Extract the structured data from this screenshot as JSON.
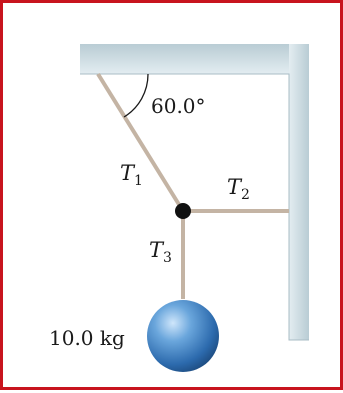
{
  "diagram": {
    "angle_label": "60.0°",
    "tensions": [
      {
        "symbol": "T",
        "subscript": "1"
      },
      {
        "symbol": "T",
        "subscript": "2"
      },
      {
        "symbol": "T",
        "subscript": "3"
      }
    ],
    "mass_label": "10.0 kg"
  },
  "colors": {
    "border": "#c8141e",
    "wall": "#cfdde3",
    "rope": "#c4b4a4",
    "ball": "#3a80c4",
    "knot": "#111111"
  }
}
